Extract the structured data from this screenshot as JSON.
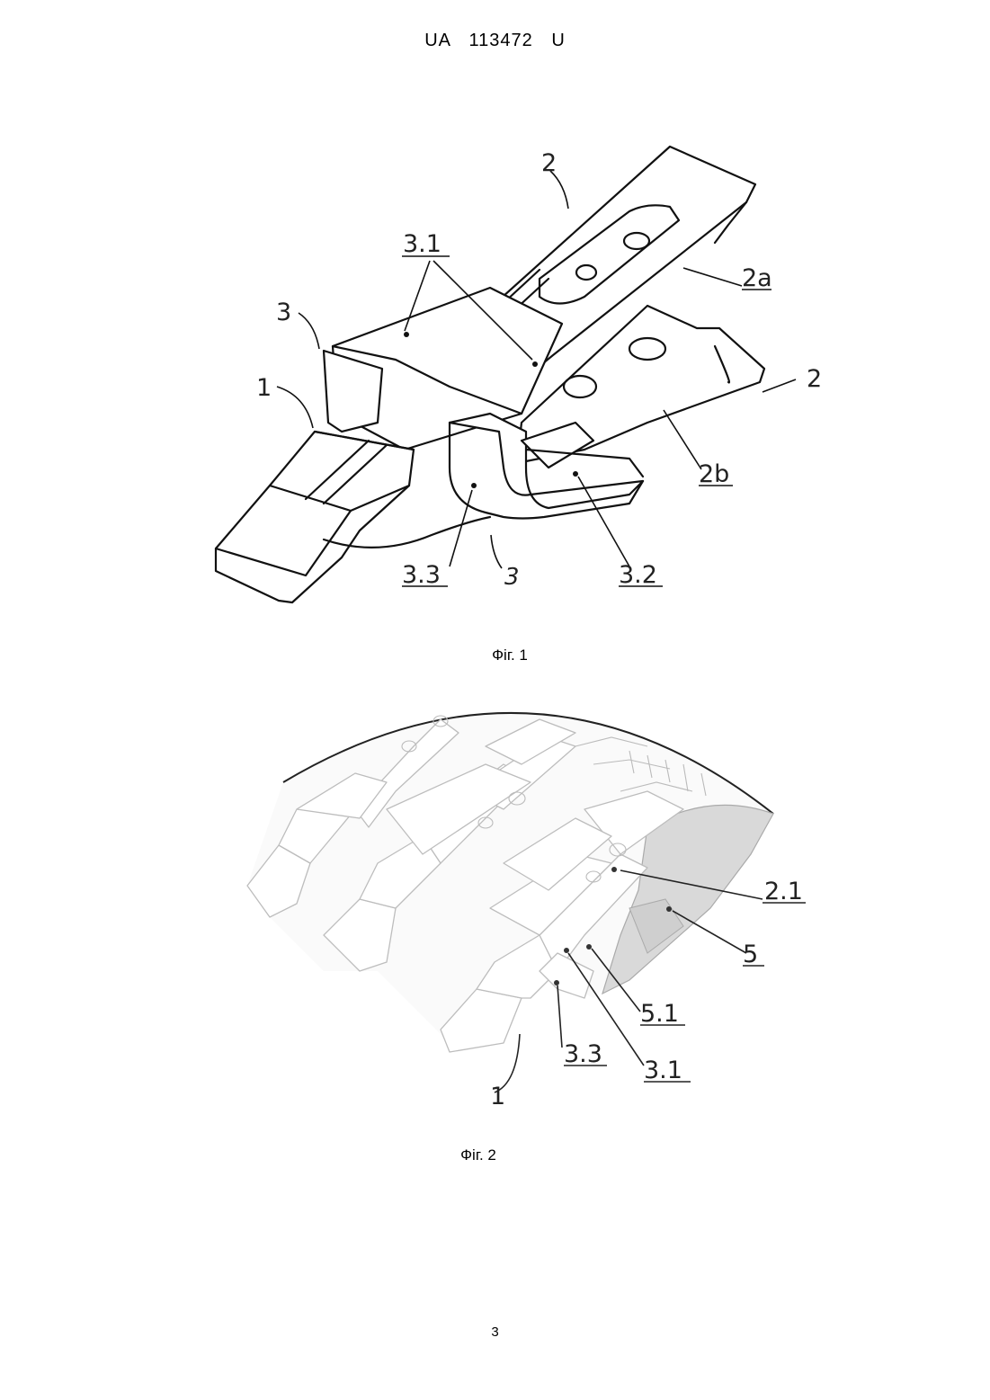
{
  "header": {
    "country": "UA",
    "number": "113472",
    "kind": "U"
  },
  "figures": [
    {
      "caption": "Фіг. 1",
      "labels": {
        "l2_top": "2",
        "l3_1": "3.1",
        "l3_left": "3",
        "l1": "1",
        "l2a": "2a",
        "l2_right": "2",
        "l2b": "2b",
        "l3_3": "3.3",
        "l3_bottom": "3",
        "l3_2": "3.2"
      }
    },
    {
      "caption": "Фіг. 2",
      "labels": {
        "l2_1": "2.1",
        "l5": "5",
        "l5_1": "5.1",
        "l3_3": "3.3",
        "l3_1": "3.1",
        "l1": "1"
      }
    }
  ],
  "page_number": "3"
}
